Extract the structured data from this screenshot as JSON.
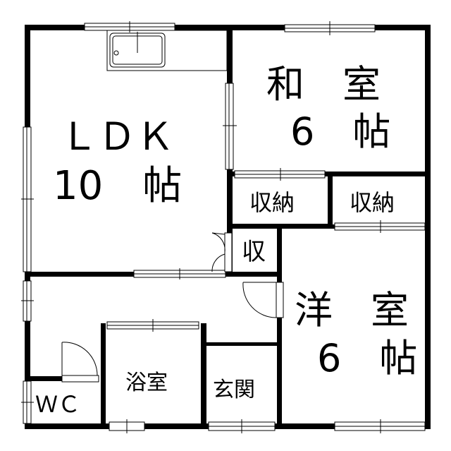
{
  "rooms": {
    "ldk": {
      "name": "ＬＤＫ",
      "size": "10　帖"
    },
    "washitsu": {
      "name": "和　室",
      "size": "6　帖"
    },
    "storage_left": {
      "name": "収納"
    },
    "storage_right": {
      "name": "収納"
    },
    "closet": {
      "name": "収"
    },
    "yoshitsu": {
      "name": "洋　室",
      "size": "6　帖"
    },
    "bath": {
      "name": "浴室"
    },
    "entrance": {
      "name": "玄関"
    },
    "wc": {
      "name": "ＷＣ"
    }
  },
  "colors": {
    "wall": "#000000",
    "background": "#ffffff"
  }
}
